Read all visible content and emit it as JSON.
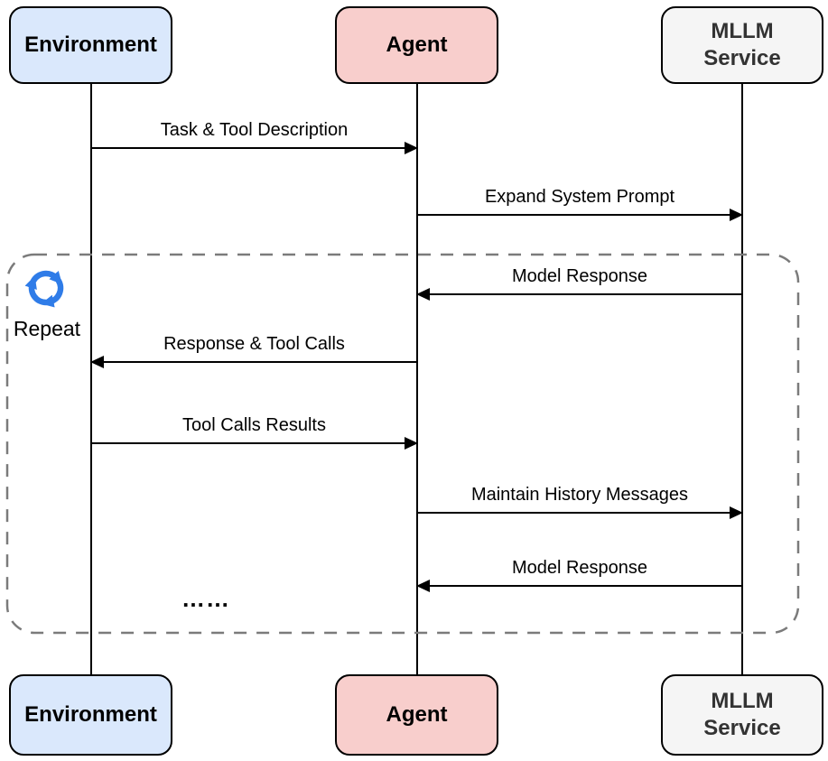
{
  "diagram": {
    "type": "sequence",
    "actors": [
      {
        "id": "environment",
        "label": "Environment",
        "fill": "#DAE8FC"
      },
      {
        "id": "agent",
        "label": "Agent",
        "fill": "#F8CECC"
      },
      {
        "id": "mllm_service",
        "label": "MLLM\nService",
        "fill": "#F5F5F5"
      }
    ],
    "messages": [
      {
        "label": "Task & Tool Description",
        "from": "environment",
        "to": "agent",
        "direction": "right"
      },
      {
        "label": "Expand System Prompt",
        "from": "agent",
        "to": "mllm_service",
        "direction": "right"
      },
      {
        "label": "Model Response",
        "from": "mllm_service",
        "to": "agent",
        "direction": "left"
      },
      {
        "label": "Response & Tool Calls",
        "from": "agent",
        "to": "environment",
        "direction": "left"
      },
      {
        "label": "Tool Calls Results",
        "from": "environment",
        "to": "agent",
        "direction": "right"
      },
      {
        "label": "Maintain History Messages",
        "from": "agent",
        "to": "mllm_service",
        "direction": "right"
      },
      {
        "label": "Model Response",
        "from": "mllm_service",
        "to": "agent",
        "direction": "left"
      }
    ],
    "loop": {
      "label": "Repeat",
      "icon": "repeat-cycle-icon",
      "ellipsis": "……"
    },
    "colors": {
      "environment_fill": "#DAE8FC",
      "agent_fill": "#F8CECC",
      "mllm_fill": "#F5F5F5",
      "mllm_text": "#333333",
      "line_black": "#000000",
      "dashed_border_gray": "#7B7B7B",
      "repeat_icon_blue": "#2F7CE8"
    }
  }
}
